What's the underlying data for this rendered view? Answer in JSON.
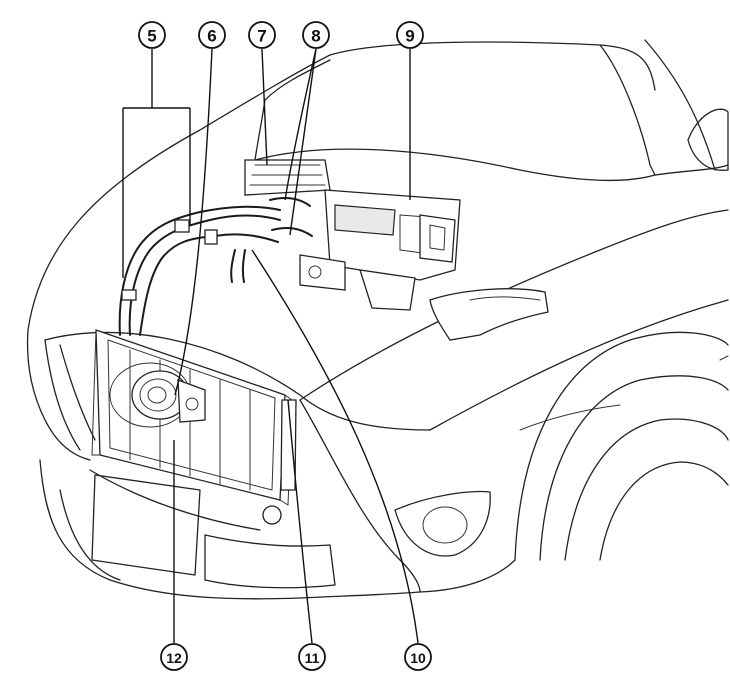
{
  "callouts": [
    {
      "id": "5",
      "label": "5"
    },
    {
      "id": "6",
      "label": "6"
    },
    {
      "id": "7",
      "label": "7"
    },
    {
      "id": "8",
      "label": "8"
    },
    {
      "id": "9",
      "label": "9"
    },
    {
      "id": "10",
      "label": "10"
    },
    {
      "id": "11",
      "label": "11"
    },
    {
      "id": "12",
      "label": "12"
    }
  ]
}
